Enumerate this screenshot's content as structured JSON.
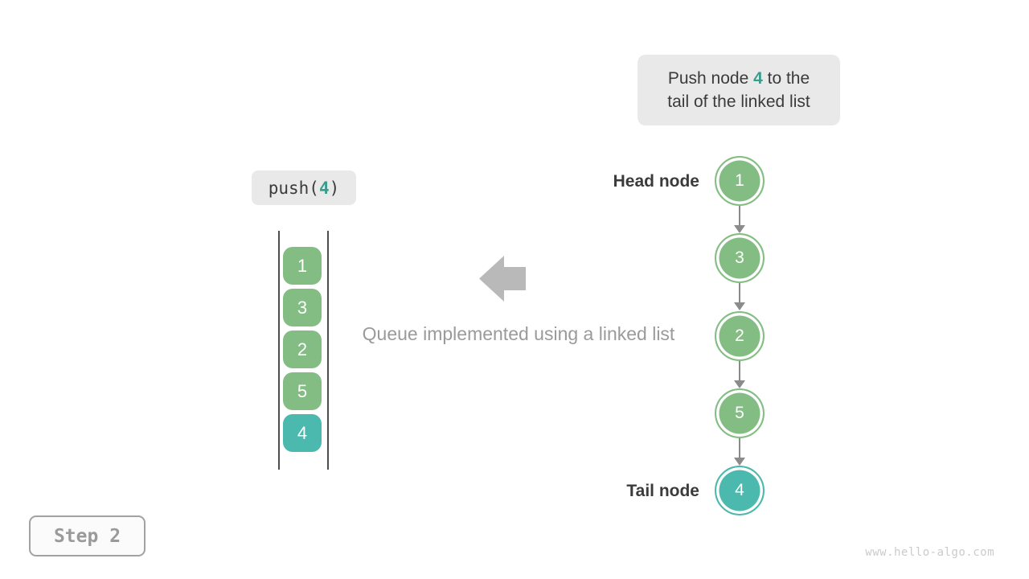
{
  "colors": {
    "green": "#84bd84",
    "teal": "#4cb9ae",
    "teal_text": "#399c8d",
    "dark_text": "#3b3b3b",
    "caption_gray": "#9a9a9a",
    "node_arrow_gray": "#8b8b8b",
    "big_arrow_gray": "#b9b9b9",
    "note_bg": "#e9e9e9",
    "watermark_gray": "#cbcbcb"
  },
  "note": {
    "line1_prefix": "Push node",
    "highlight_value": "4",
    "line1_suffix": "to the",
    "line2": "tail of the linked list"
  },
  "push_call": {
    "prefix": "push(",
    "arg": "4",
    "suffix": ")"
  },
  "queue_stack": {
    "items": [
      {
        "value": "1",
        "color": "#84bd84"
      },
      {
        "value": "3",
        "color": "#84bd84"
      },
      {
        "value": "2",
        "color": "#84bd84"
      },
      {
        "value": "5",
        "color": "#84bd84"
      },
      {
        "value": "4",
        "color": "#4cb9ae"
      }
    ]
  },
  "caption": "Queue implemented using a linked list",
  "linked_list": {
    "head_label": "Head node",
    "tail_label": "Tail node",
    "nodes": [
      {
        "value": "1",
        "color": "#84bd84"
      },
      {
        "value": "3",
        "color": "#84bd84"
      },
      {
        "value": "2",
        "color": "#84bd84"
      },
      {
        "value": "5",
        "color": "#84bd84"
      },
      {
        "value": "4",
        "color": "#4cb9ae"
      }
    ]
  },
  "step_label": "Step 2",
  "watermark": "www.hello-algo.com"
}
